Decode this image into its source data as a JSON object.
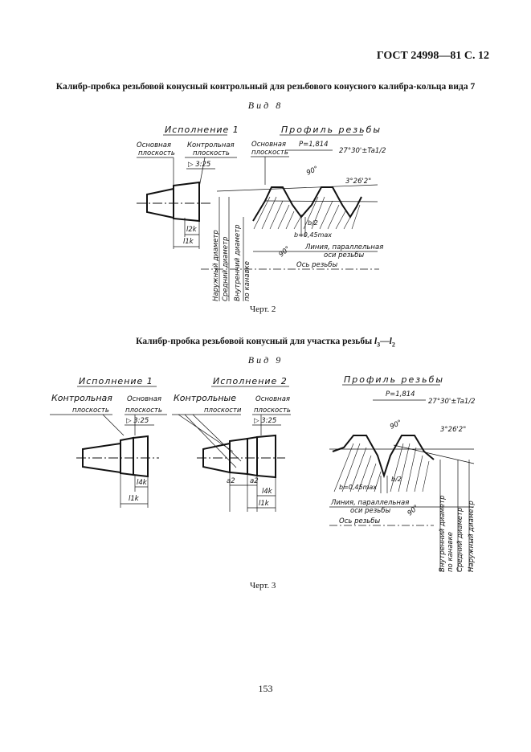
{
  "header": {
    "code": "ГОСТ 24998—81 С. 12"
  },
  "section1": {
    "title": "Калибр-пробка резьбовой конусный контрольный для резьбового конусного калибра-кольца вида 7",
    "view": "Вид 8",
    "variant_label": "Исполнение 1",
    "profile_label": "Профиль резьбы",
    "labels": {
      "base_plane": [
        "Основная",
        "плоскость"
      ],
      "control_plane": [
        "Контрольная",
        "плоскость"
      ],
      "taper": "▷ 3:25",
      "l2k": "l2k",
      "l1k": "l1k",
      "outer_diameter": "Наружный диаметр",
      "mean_diameter": "Средний диаметр",
      "inner_diameter": [
        "Внутренний диаметр",
        "по канавке"
      ],
      "pitch": "P=1,814",
      "angle_tolerance": "27°30'±Ta1/2",
      "angle_90": "90°",
      "taper_angle": "3°26'2\"",
      "b_half": "b/2",
      "b_max": "b=0,45max",
      "parallel_line": [
        "Линия, параллельная",
        "оси резьбы"
      ],
      "axis": "Ось резьбы",
      "angle_90_bottom": "90°"
    },
    "figure_caption": "Черт. 2"
  },
  "section2": {
    "title_main": "Калибр-пробка резьбовой конусный для участка резьбы ",
    "title_l3": "l",
    "title_sub3": "3",
    "title_dash": "—",
    "title_l2": "l",
    "title_sub2": "2",
    "view": "Вид 9",
    "variant1_label": "Исполнение 1",
    "variant2_label": "Исполнение 2",
    "profile_label": "Профиль резьбы",
    "labels": {
      "control_plane": [
        "Контрольная",
        "плоскость"
      ],
      "control_planes": [
        "Контрольные",
        "плоскости"
      ],
      "base_plane": [
        "Основная",
        "плоскость"
      ],
      "taper": "▷ 3:25",
      "l4k": "l4k",
      "l1k": "l1k",
      "a2": "a2",
      "pitch": "P=1,814",
      "angle_tolerance": "27°30'±Ta1/2",
      "angle_90": "90°",
      "taper_angle": "3°26'2\"",
      "b_half": "b/2",
      "b_max": "b=0,45max",
      "parallel_line": [
        "Линия, параллельная",
        "оси резьбы"
      ],
      "axis": "Ось резьбы",
      "angle_90_bottom": "90°",
      "inner_diameter": [
        "Внутренний диаметр",
        "по канавке"
      ],
      "mean_diameter": "Средний диаметр",
      "outer_diameter": "Наружный диаметр"
    },
    "figure_caption": "Черт. 3"
  },
  "page_number": "153"
}
